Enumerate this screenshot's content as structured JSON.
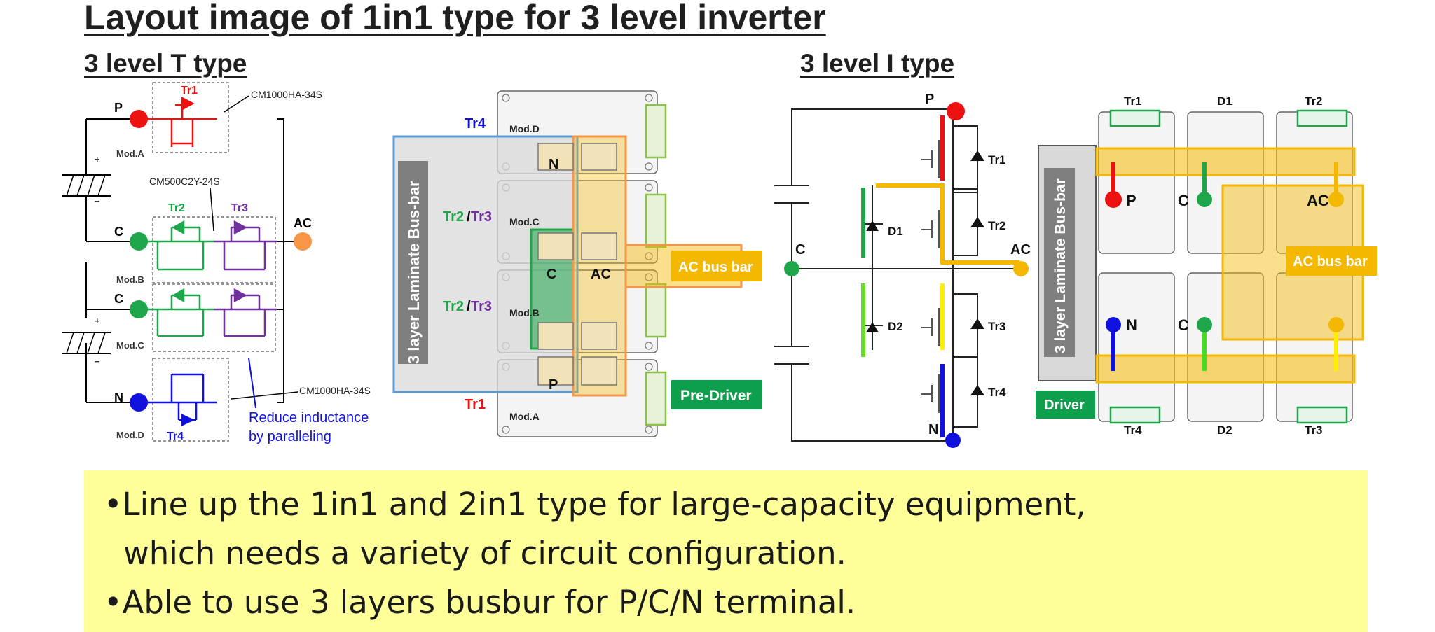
{
  "title": "Layout image of 1in1 type for 3 level inverter",
  "subtitles": {
    "t_type": "3 level T type",
    "i_type": "3 level I type"
  },
  "t_schematic": {
    "part_top": "CM1000HA-34S",
    "part_mid": "CM500C2Y-24S",
    "part_bottom": "CM1000HA-34S",
    "tr1": "Tr1",
    "tr2": "Tr2",
    "tr3": "Tr3",
    "tr4": "Tr4",
    "mod_a": "Mod.A",
    "mod_b": "Mod.B",
    "mod_c": "Mod.C",
    "mod_d": "Mod.D",
    "p": "P",
    "c": "C",
    "ac": "AC",
    "n": "N",
    "plus": "+",
    "minus": "−",
    "note_line1": "Reduce inductance",
    "note_line2": "by paralleling"
  },
  "t_layout": {
    "tr4": "Tr4",
    "tr23": "Tr2",
    "slash": "/",
    "tr3": "Tr3",
    "tr1": "Tr1",
    "mod_d": "Mod.D",
    "mod_c": "Mod.C",
    "mod_b": "Mod.B",
    "mod_a": "Mod.A",
    "busbar": "3 layer Laminate Bus-bar",
    "n": "N",
    "c": "C",
    "ac": "AC",
    "p": "P",
    "ac_busbar": "AC bus bar",
    "predriver": "Pre-Driver"
  },
  "i_schematic": {
    "p": "P",
    "c": "C",
    "ac": "AC",
    "n": "N",
    "tr1": "Tr1",
    "tr2": "Tr2",
    "tr3": "Tr3",
    "tr4": "Tr4",
    "d1": "D1",
    "d2": "D2"
  },
  "i_layout": {
    "tr1": "Tr1",
    "d1": "D1",
    "tr2": "Tr2",
    "tr4": "Tr4",
    "d2": "D2",
    "tr3": "Tr3",
    "busbar": "3 layer Laminate Bus-bar",
    "p": "P",
    "c": "C",
    "ac": "AC",
    "n": "N",
    "c2": "C",
    "ac_busbar": "AC bus bar",
    "driver": "Driver"
  },
  "notes": {
    "bullet1": "•Line up the 1in1 and 2in1 type for large-capacity equipment,",
    "bullet1_cont": "which needs a variety of circuit configuration.",
    "bullet2": "•Able to use 3 layers busbur for P/C/N terminal."
  },
  "colors": {
    "red": "#ee1111",
    "green": "#1fa64a",
    "purple": "#7030a0",
    "blue": "#1111dd",
    "orange": "#f79646",
    "gold": "#f5b800",
    "busbar_green": "#0e9f4c",
    "note_bg": "#ffff99"
  }
}
